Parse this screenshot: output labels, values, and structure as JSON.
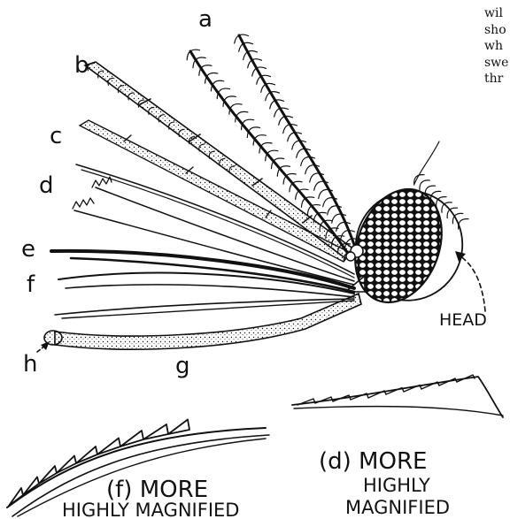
{
  "page_text_fragments": [
    "wil",
    "sho",
    "wh",
    "swe",
    "thr"
  ],
  "part_labels": [
    "a",
    "b",
    "c",
    "d",
    "e",
    "f",
    "g",
    "h"
  ],
  "head_label": "HEAD",
  "detail_f": {
    "line1": "(f) MORE",
    "line2": "HIGHLY MAGNIFIED"
  },
  "detail_d": {
    "line1": "(d) MORE",
    "line2": "HIGHLY",
    "line3": "MAGNIFIED"
  },
  "colors": {
    "ink": "#111111",
    "paper": "#ffffff"
  }
}
